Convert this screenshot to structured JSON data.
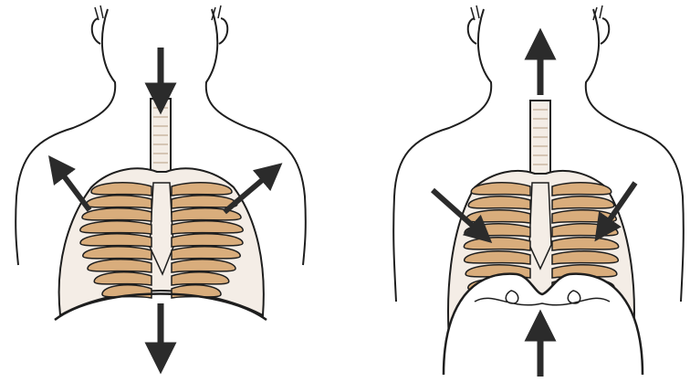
{
  "figure": {
    "panels": [
      {
        "id": "inhalation",
        "arrows": [
          "air-in",
          "chest-expand-left",
          "chest-expand-right",
          "diaphragm-down"
        ]
      },
      {
        "id": "exhalation",
        "arrows": [
          "air-out",
          "chest-contract-left",
          "chest-contract-right",
          "diaphragm-up"
        ]
      }
    ],
    "colors": {
      "outline": "#1e1e1e",
      "rib": "#d9ad7c",
      "rib_shadow": "#c2915f",
      "cartilage": "#f4ede6",
      "skin": "#ffffff",
      "arrow": "#2b2b2b"
    }
  }
}
